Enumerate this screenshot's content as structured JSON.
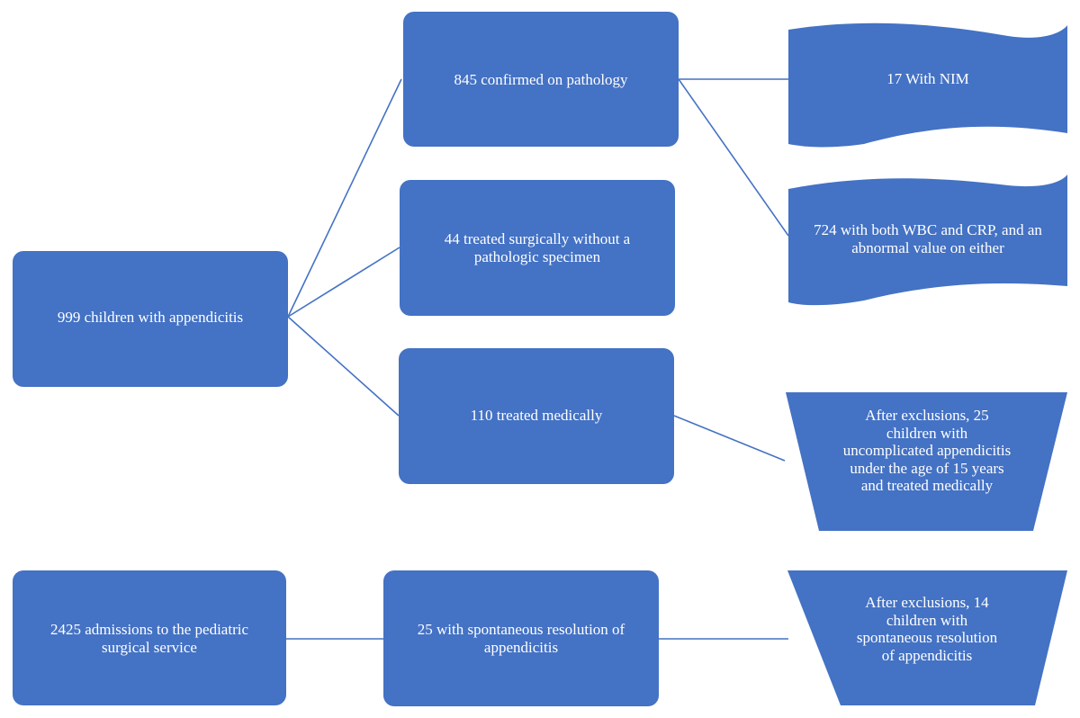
{
  "nodes": {
    "children_with_appendicitis": "999 children with appendicitis",
    "confirmed_on_pathology": "845 confirmed on pathology",
    "treated_surgically_no_specimen": "44 treated surgically without a pathologic specimen",
    "treated_medically": "110 treated medically",
    "with_nim": "17 With NIM",
    "wbc_crp_abnormal": "724 with both WBC and CRP, and an abnormal value on either",
    "medical_after_exclusions": "After exclusions, 25 children with uncomplicated appendicitis under the age of 15 years and treated medically",
    "admissions": "2425 admissions to the pediatric surgical service",
    "spontaneous_resolution": "25 with spontaneous resolution of appendicitis",
    "spontaneous_after_exclusions": "After exclusions, 14 children with spontaneous resolution of appendicitis"
  },
  "colors": {
    "fill": "#4472c4",
    "connector": "#4472c4",
    "text": "#ffffff"
  }
}
